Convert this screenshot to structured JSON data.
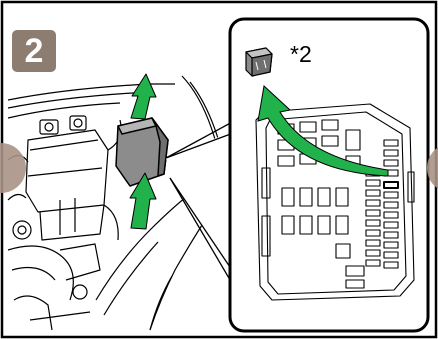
{
  "step": {
    "number": "2"
  },
  "inset": {
    "fuse_label": "*2"
  },
  "colors": {
    "badge": "#8c7d70",
    "arrow": "#22b24c",
    "arrow_light": "#7fd49a",
    "nav": "#a89286",
    "fuse_gray": "#8a8a8a"
  },
  "icons": {
    "step_badge": "number-badge",
    "prev": "previous-step-button",
    "next": "next-step-button",
    "fuse": "fuse-icon",
    "removal_arrow": "curved-arrow-icon"
  }
}
